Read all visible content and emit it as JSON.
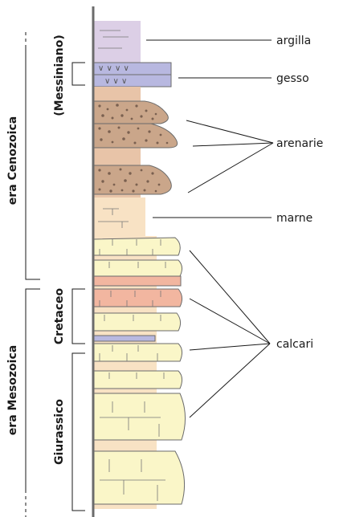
{
  "labels": {
    "argilla": "argilla",
    "gesso": "gesso",
    "arenarie": "arenarie",
    "marne": "marne",
    "calcari": "calcari"
  },
  "eras": {
    "cenozoic": "era Cenozoica",
    "mesozoic": "era Mesozoica"
  },
  "periods": {
    "messinian": "(Messiniano)",
    "cretaceous": "Cretaceo",
    "jurassic": "Giurassico"
  },
  "colors": {
    "clay": "#dccfe6",
    "gypsum": "#b8b8e0",
    "sandstone": "#e8c4a8",
    "marl": "#f8e2c4",
    "limestone": "#faf6c8",
    "red_limestone": "#f2b6a0",
    "axis": "#6b6b6b"
  }
}
